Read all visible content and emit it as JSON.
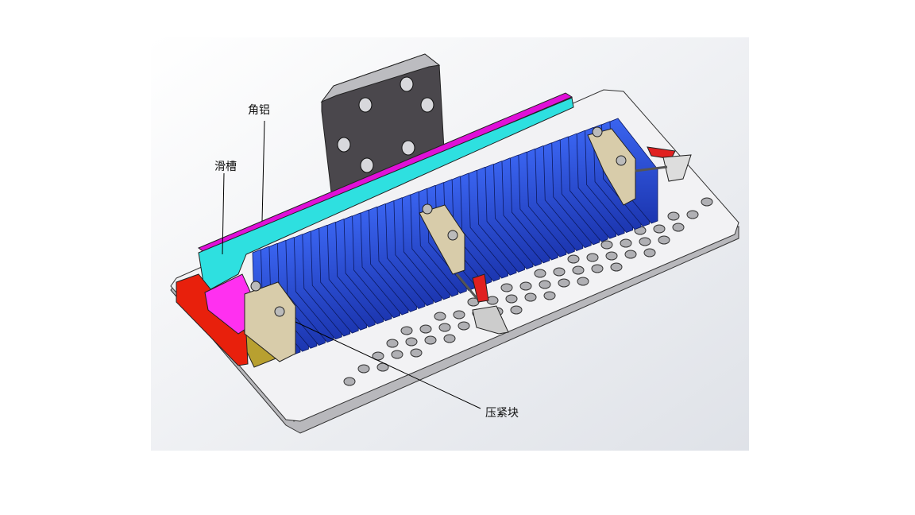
{
  "labels": {
    "angle_aluminum": "角铝",
    "slide_rail": "滑槽",
    "clamp_block": "压紧块"
  },
  "colors": {
    "base_plate": "#f2f2f4",
    "back_plate": "#4a474c",
    "angle_strip": "#e010d8",
    "rail": "#2ee0e0",
    "end_block": "#e8200c",
    "fins": "#2a4fd8",
    "base_bar": "#b8a030",
    "clamp": "#d8ccaa",
    "toggle": "#e02020"
  }
}
